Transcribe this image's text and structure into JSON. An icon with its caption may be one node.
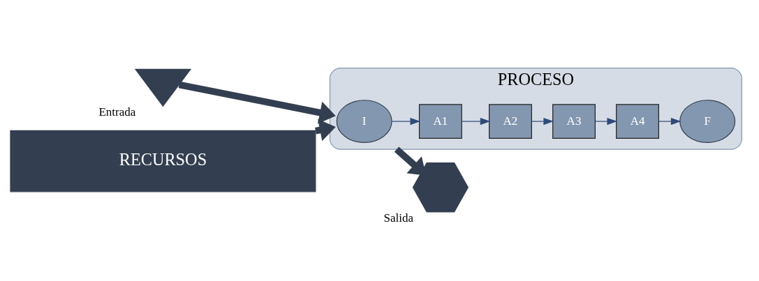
{
  "diagram": {
    "nodes": [
      {
        "text": [],
        "shape": "triangle",
        "beside": [
          "Entrada"
        ]
      },
      {
        "text": [
          "PROCESO"
        ]
      },
      {
        "text": [
          "I"
        ],
        "in": 1
      },
      {
        "text": [
          "A1"
        ],
        "in": 1
      },
      {
        "text": [
          "A2"
        ],
        "in": 1
      },
      {
        "text": [
          "A3"
        ],
        "in": 1
      },
      {
        "text": [
          "A4"
        ],
        "in": 1
      },
      {
        "text": [
          "F"
        ],
        "in": 1
      },
      {
        "text": [],
        "shape": "hexagon",
        "beside": [
          "Salida"
        ]
      },
      {
        "text": [
          "RECURSOS"
        ]
      }
    ],
    "edges": [
      {
        "from": 0,
        "to": 1,
        "arrow": "to",
        "style": "thick"
      },
      {
        "from": 2,
        "to": 3,
        "arrow": "to"
      },
      {
        "from": 3,
        "to": 4,
        "arrow": "to"
      },
      {
        "from": 4,
        "to": 5,
        "arrow": "to"
      },
      {
        "from": 5,
        "to": 6,
        "arrow": "to"
      },
      {
        "from": 6,
        "to": 7,
        "arrow": "to"
      },
      {
        "from": 1,
        "to": 8,
        "arrow": "to",
        "style": "thick"
      },
      {
        "from": 9,
        "to": 1,
        "arrow": "to",
        "style": "thick"
      }
    ]
  }
}
